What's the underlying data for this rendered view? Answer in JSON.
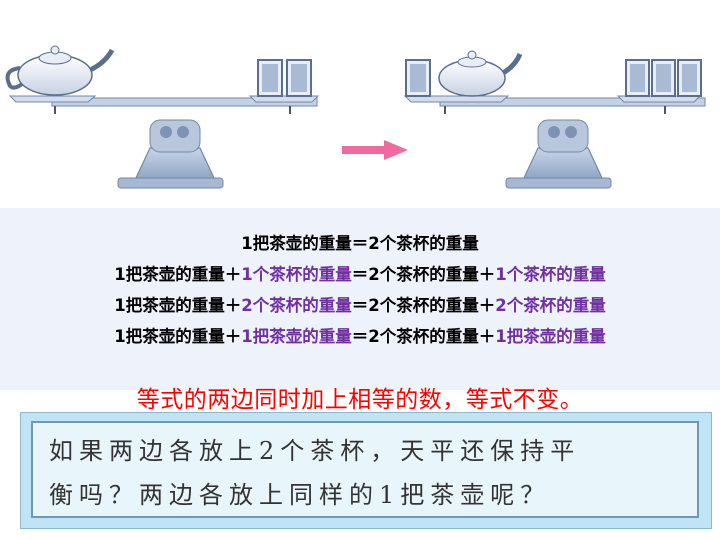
{
  "equations": {
    "line1": {
      "a": "1把茶壶的重量＝2个茶杯的重量"
    },
    "line2": {
      "a": "1把茶壶的重量＋",
      "b": "1个茶杯的重量",
      "c": "＝2个茶杯的重量＋",
      "d": "1个茶杯的重量"
    },
    "line3": {
      "a": "1把茶壶的重量＋",
      "b": "2个茶杯的重量",
      "c": "＝2个茶杯的重量＋",
      "d": "2个茶杯的重量"
    },
    "line4": {
      "a": "1把茶壶的重量＋",
      "b": "1把茶壶的重量",
      "c": "＝2个茶杯的重量＋",
      "d": "1把茶壶的重量"
    }
  },
  "conclusion": "等式的两边同时加上相等的数，等式不变。",
  "question": {
    "line1": "如果两边各放上2个茶杯，天平还保持平",
    "line2": "衡吗？两边各放上同样的1把茶壶呢？"
  },
  "colors": {
    "highlight": "#7030a0",
    "conclusion": "#ff0000",
    "arrow": "#f06aa0",
    "scale": "#9fb3cf"
  }
}
